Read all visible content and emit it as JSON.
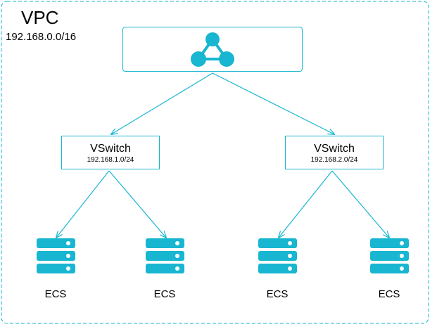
{
  "vpc": {
    "title": "VPC",
    "cidr": "192.168.0.0/16"
  },
  "router": {
    "icon": "router-icon"
  },
  "vswitches": [
    {
      "name": "VSwitch",
      "cidr": "192.168.1.0/24"
    },
    {
      "name": "VSwitch",
      "cidr": "192.168.2.0/24"
    }
  ],
  "ecs": [
    {
      "label": "ECS",
      "icon": "server-icon"
    },
    {
      "label": "ECS",
      "icon": "server-icon"
    },
    {
      "label": "ECS",
      "icon": "server-icon"
    },
    {
      "label": "ECS",
      "icon": "server-icon"
    }
  ],
  "colors": {
    "accent": "#18b6d1",
    "text": "#000000"
  }
}
